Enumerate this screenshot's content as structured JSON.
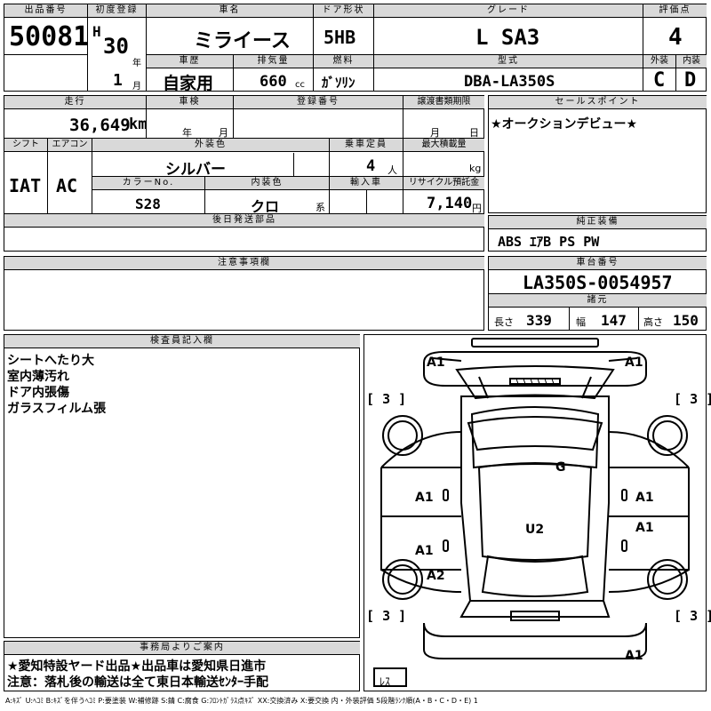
{
  "header": {
    "lot_label": "出品番号",
    "lot_number": "50081",
    "first_reg_label": "初度登録",
    "era": "H",
    "reg_year": "30",
    "year_unit": "年",
    "reg_month": "1",
    "month_unit": "月",
    "car_name_label": "車名",
    "car_name": "ミライース",
    "door_label": "ドア形状",
    "door": "5HB",
    "grade_label": "グレード",
    "grade": "L SA3",
    "score_label": "評価点",
    "score": "4",
    "history_label": "車歴",
    "history": "自家用",
    "displacement_label": "排気量",
    "displacement": "660",
    "displacement_unit": "cc",
    "fuel_label": "燃料",
    "fuel": "ｶﾞｿﾘﾝ",
    "model_label": "型式",
    "model": "DBA-LA350S",
    "exterior_label": "外装",
    "exterior": "C",
    "interior_label": "内装",
    "interior": "D"
  },
  "row2": {
    "mileage_label": "走行",
    "mileage": "36,649",
    "mileage_unit": "km",
    "inspection_label": "車検",
    "year_unit": "年",
    "month_unit": "月",
    "registration_label": "登録番号",
    "transfer_label": "譲渡書類期限",
    "transfer_month": "月",
    "transfer_day": "日",
    "shift_label": "シフト",
    "shift": "IAT",
    "ac_label": "エアコン",
    "ac": "AC",
    "ext_color_label": "外装色",
    "ext_color": "シルバー",
    "capacity_label": "乗車定員",
    "capacity": "4",
    "capacity_unit": "人",
    "load_label": "最大積載量",
    "load_unit": "kg",
    "color_no_label": "カラーNo.",
    "color_no": "S28",
    "int_color_label": "内装色",
    "int_color": "クロ",
    "int_color_unit": "系",
    "import_label": "輸入車",
    "recycle_label": "リサイクル預託金",
    "recycle": "7,140",
    "recycle_unit": "円",
    "later_parts_label": "後日発送部品"
  },
  "sales": {
    "label": "セールスポイント",
    "text": "★オークションデビュー★"
  },
  "equipment": {
    "label": "純正装備",
    "text": "ABS ｴｱB PS PW"
  },
  "notes": {
    "label": "注意事項欄"
  },
  "chassis": {
    "label": "車台番号",
    "number": "LA350S-0054957",
    "specs_label": "諸元",
    "length_label": "長さ",
    "length": "339",
    "width_label": "幅",
    "width": "147",
    "height_label": "高さ",
    "height": "150"
  },
  "inspector": {
    "label": "検査員記入欄",
    "lines": [
      "シートへたり大",
      "室内薄汚れ",
      "ドア内張傷",
      "ガラスフィルム張"
    ]
  },
  "office": {
    "label": "事務局よりご案内",
    "line1": "★愛知特設ヤード出品★出品車は愛知県日進市",
    "line2": "注意：落札後の輸送は全て東日本輸送ｾﾝﾀｰ手配"
  },
  "diagram": {
    "tire_label": "3",
    "spare_label": "ﾚｽ",
    "marks": {
      "front_left": "A1",
      "front_right": "A1",
      "roof": "G",
      "left_front_door": "A1",
      "right_front_door": "A1",
      "left_rear_door": "A1",
      "right_rear_door": "A1",
      "left_rear": "A2",
      "floor": "U2",
      "rear_bumper": "A1"
    }
  },
  "legend": "A:ｷｽﾞ U:ﾍｺﾐ B:ｷｽﾞを伴うﾍｺﾐ P:要塗装 W:補修跡 S:錆 C:腐食 G:ﾌﾛﾝﾄｶﾞﾗｽ点ｷｽﾞ XX:交換済み X:要交換 内・外装評価 5段階ﾗﾝｸ順(A・B・C・D・E) 1"
}
